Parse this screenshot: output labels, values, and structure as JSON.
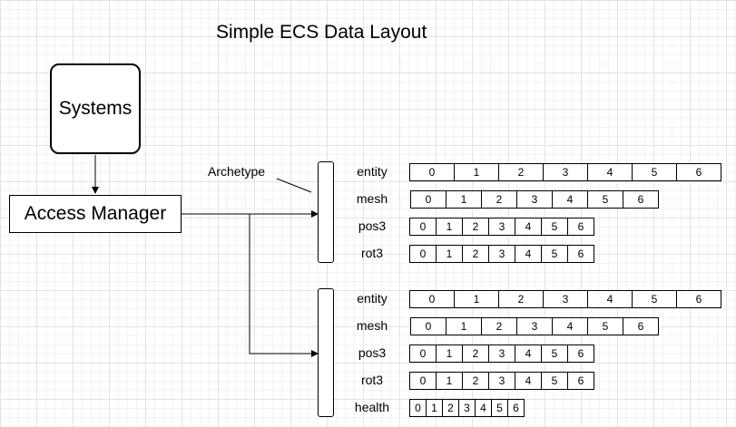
{
  "title": "Simple ECS Data Layout",
  "systems_label": "Systems",
  "access_manager_label": "Access Manager",
  "archetype_label": "Archetype",
  "archetypes": [
    {
      "rows": [
        {
          "label": "entity",
          "cells": [
            "0",
            "1",
            "2",
            "3",
            "4",
            "5",
            "6"
          ]
        },
        {
          "label": "mesh",
          "cells": [
            "0",
            "1",
            "2",
            "3",
            "4",
            "5",
            "6"
          ]
        },
        {
          "label": "pos3",
          "cells": [
            "0",
            "1",
            "2",
            "3",
            "4",
            "5",
            "6"
          ]
        },
        {
          "label": "rot3",
          "cells": [
            "0",
            "1",
            "2",
            "3",
            "4",
            "5",
            "6"
          ]
        }
      ]
    },
    {
      "rows": [
        {
          "label": "entity",
          "cells": [
            "0",
            "1",
            "2",
            "3",
            "4",
            "5",
            "6"
          ]
        },
        {
          "label": "mesh",
          "cells": [
            "0",
            "1",
            "2",
            "3",
            "4",
            "5",
            "6"
          ]
        },
        {
          "label": "pos3",
          "cells": [
            "0",
            "1",
            "2",
            "3",
            "4",
            "5",
            "6"
          ]
        },
        {
          "label": "rot3",
          "cells": [
            "0",
            "1",
            "2",
            "3",
            "4",
            "5",
            "6"
          ]
        },
        {
          "label": "health",
          "cells": [
            "0",
            "1",
            "2",
            "3",
            "4",
            "5",
            "6"
          ]
        }
      ]
    }
  ]
}
